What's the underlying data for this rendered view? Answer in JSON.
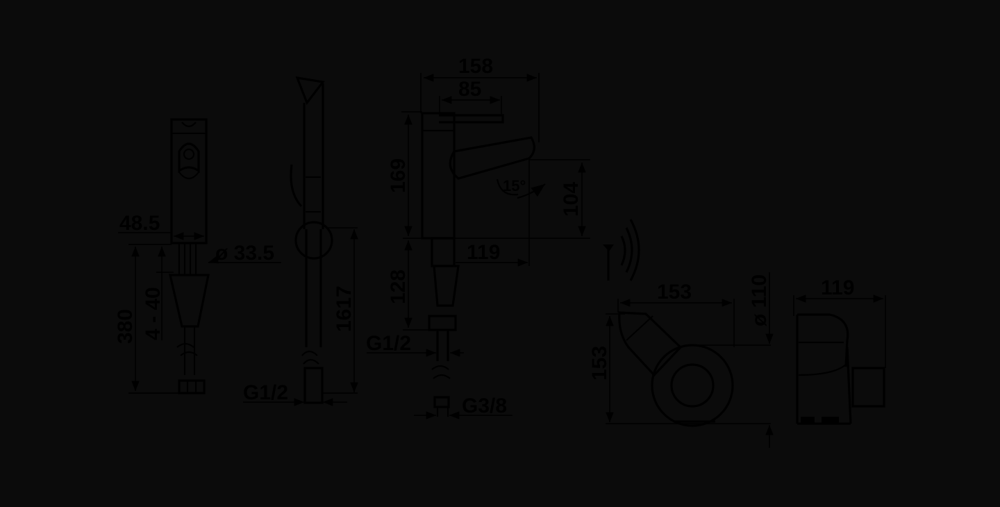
{
  "colors": {
    "background": "#0b0b0b",
    "stroke": "#000000"
  },
  "views": {
    "front_view": {
      "dims": {
        "width": "48.5",
        "diameter": "ø 33.5",
        "deck_thickness": "4 - 40",
        "hose_length": "380"
      }
    },
    "hand_shower_view": {
      "dims": {
        "hose_length": "1617",
        "thread": "G1/2"
      }
    },
    "side_view": {
      "dims": {
        "total_width": "158",
        "lever_width": "85",
        "height": "169",
        "spout_height": "104",
        "spout_reach": "119",
        "tail_length": "128",
        "thread_inlet": "G1/2",
        "thread_outlet": "G3/8",
        "angle": "15°"
      }
    },
    "sensor_symbol": {
      "icon": "infrared-sensor-icon"
    },
    "top_view": {
      "dims": {
        "width": "153",
        "height": "153",
        "diameter": "ø 110"
      }
    },
    "end_view": {
      "dims": {
        "width": "119"
      }
    }
  }
}
